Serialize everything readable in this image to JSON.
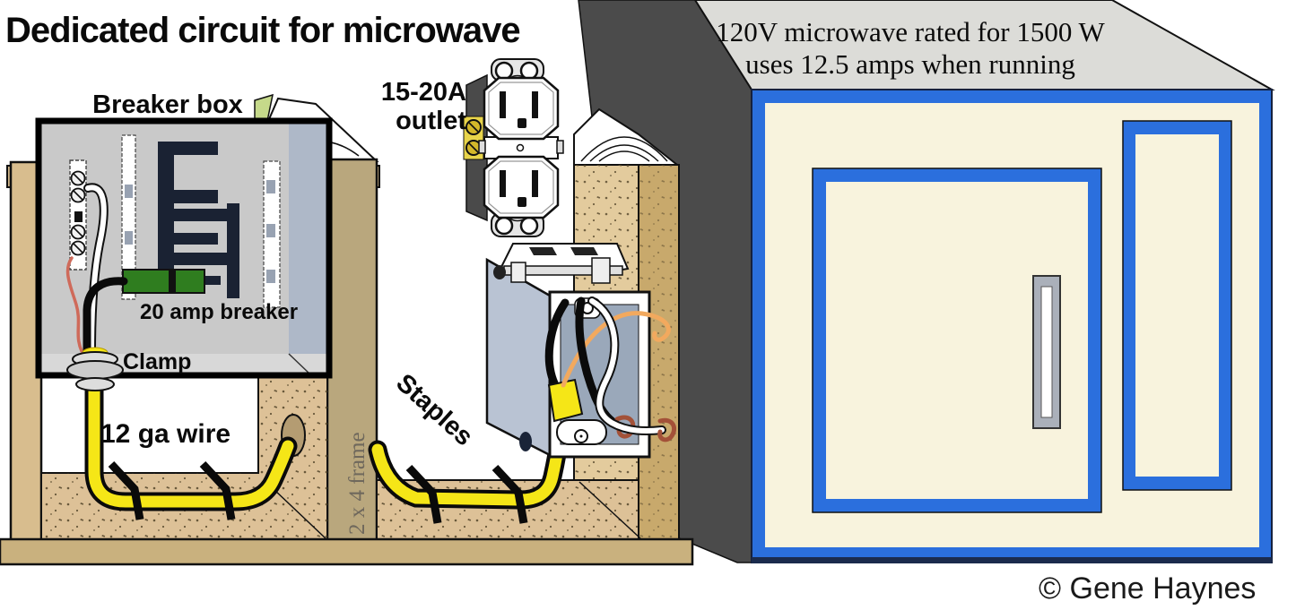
{
  "title": "Dedicated circuit for microwave",
  "diagram": {
    "breaker_box_label": "Breaker box",
    "breaker_label": "20 amp breaker",
    "clamp_label": "Clamp",
    "wire_label": "12 ga wire",
    "staples_label": "Staples",
    "frame_label": "2 x 4 frame",
    "outlet_label_line1": "15-20A",
    "outlet_label_line2": "outlet"
  },
  "microwave": {
    "caption_line1": "120V microwave rated for 1500 W",
    "caption_line2": "uses 12.5 amps when running"
  },
  "credit": "© Gene Haynes",
  "colors": {
    "microwave_blue": "#2b6fdd",
    "microwave_front_cream": "#f8f3dd",
    "cable_yellow": "#f5e617",
    "breaker_green": "#2f7d1f",
    "ground_wire_orange": "#f2a95e",
    "wood_tan": "#d8bd8e",
    "panel_gray": "#c9c9c9"
  }
}
